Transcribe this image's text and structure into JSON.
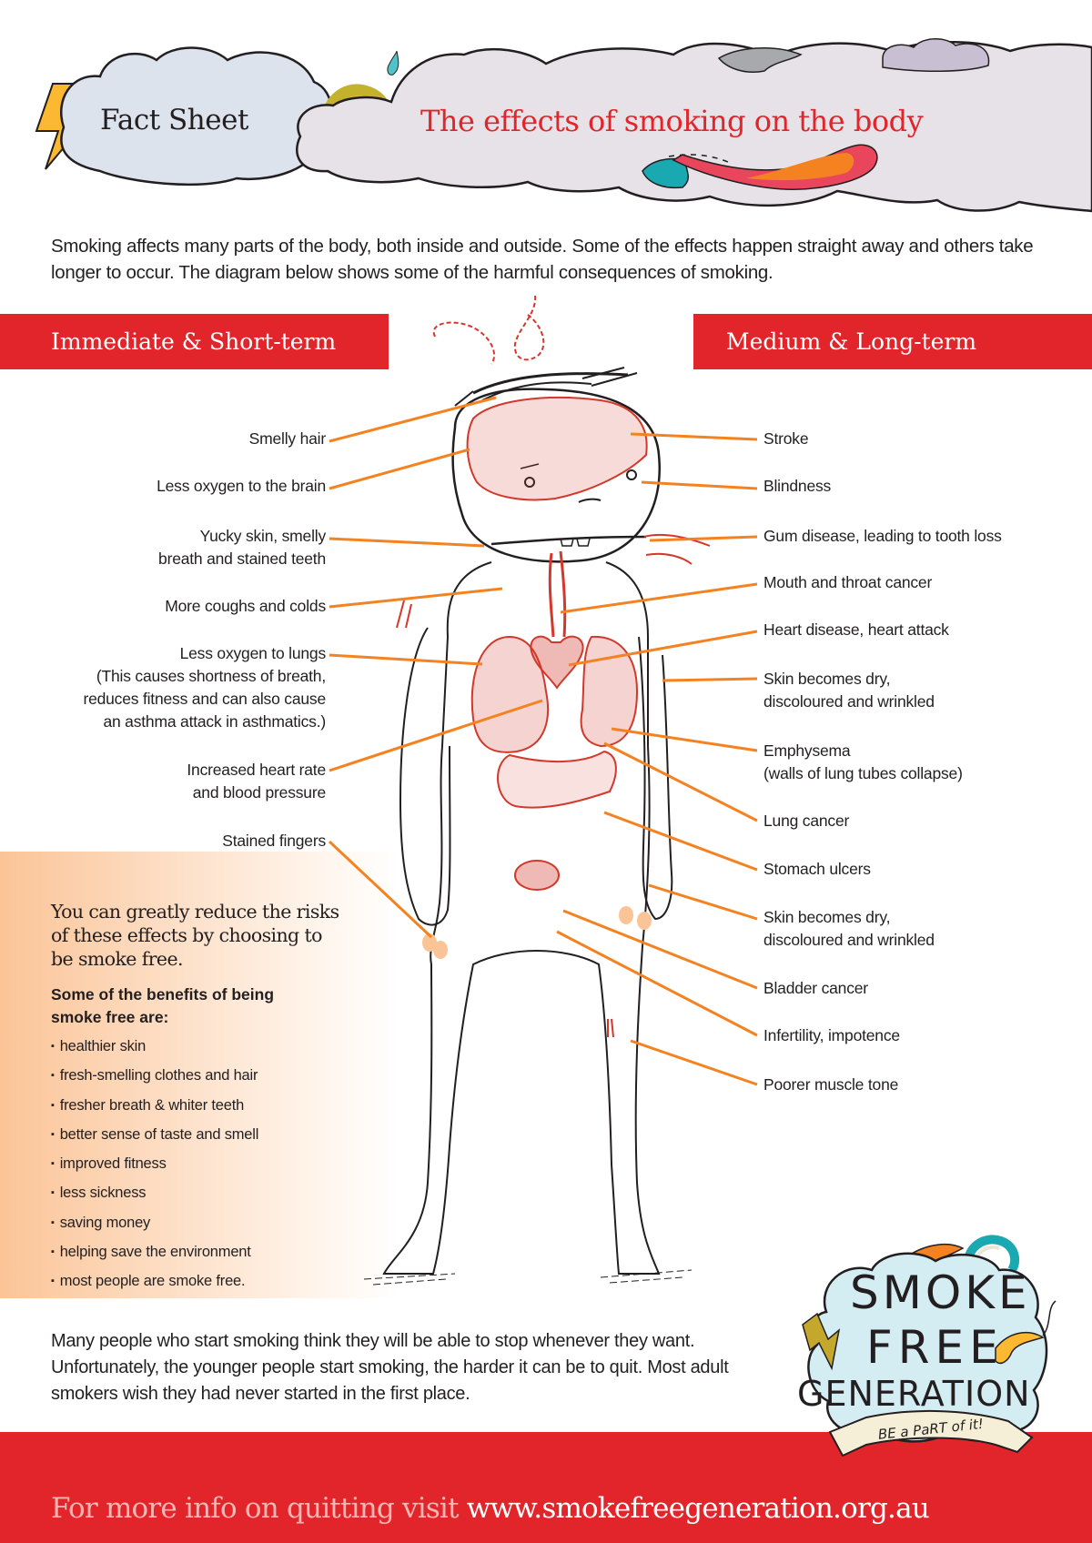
{
  "header": {
    "badge": "Fact Sheet",
    "title": "The effects of smoking on the body"
  },
  "intro": "Smoking affects many parts of the body, both inside and outside. Some of the effects happen straight away and others take longer to occur. The diagram below shows some of the harmful consequences of smoking.",
  "sections": {
    "left": "Immediate & Short-term",
    "right": "Medium & Long-term"
  },
  "colors": {
    "brand_red": "#e1252a",
    "leader_orange": "#f58220",
    "panel_peach": "#fbc497",
    "text_dark": "#231f20"
  },
  "short_term_effects": [
    {
      "line1": "Smelly hair",
      "line2": ""
    },
    {
      "line1": "Less oxygen to the brain",
      "line2": ""
    },
    {
      "line1": "Yucky skin, smelly",
      "line2": "breath and stained teeth"
    },
    {
      "line1": "More coughs and colds",
      "line2": ""
    },
    {
      "line1": "Less oxygen to lungs",
      "line2": "(This causes shortness of breath,",
      "line3": "reduces fitness and can also cause",
      "line4": "an asthma attack in asthmatics.)"
    },
    {
      "line1": "Increased heart rate",
      "line2": "and blood pressure"
    },
    {
      "line1": "Stained fingers",
      "line2": ""
    }
  ],
  "long_term_effects": [
    {
      "line1": "Stroke",
      "line2": ""
    },
    {
      "line1": "Blindness",
      "line2": ""
    },
    {
      "line1": "Gum disease, leading to tooth loss",
      "line2": ""
    },
    {
      "line1": "Mouth and throat cancer",
      "line2": ""
    },
    {
      "line1": "Heart disease, heart attack",
      "line2": ""
    },
    {
      "line1": "Skin becomes dry,",
      "line2": "discoloured and wrinkled"
    },
    {
      "line1": "Emphysema",
      "line2": "(walls of lung tubes collapse)"
    },
    {
      "line1": "Lung cancer",
      "line2": ""
    },
    {
      "line1": "Stomach ulcers",
      "line2": ""
    },
    {
      "line1": "Skin becomes dry,",
      "line2": "discoloured and wrinkled"
    },
    {
      "line1": "Bladder cancer",
      "line2": ""
    },
    {
      "line1": "Infertility, impotence",
      "line2": ""
    },
    {
      "line1": "Poorer muscle tone",
      "line2": ""
    }
  ],
  "benefits": {
    "heading": "You can greatly reduce the risks of these effects by choosing to be smoke free.",
    "subheading": "Some of the benefits of being smoke free are:",
    "items": [
      "healthier skin",
      "fresh-smelling clothes and hair",
      "fresher breath & whiter teeth",
      "better sense of taste and smell",
      "improved fitness",
      "less sickness",
      "saving money",
      "helping save the environment",
      "most people are smoke free."
    ]
  },
  "closing": "Many people who start smoking think they will be able to stop whenever they want. Unfortunately, the younger people start smoking, the harder it can be to quit. Most adult smokers wish they had never started in the first place.",
  "logo": {
    "line1": "SMOKE",
    "line2": "FREE",
    "line3": "GENERATION",
    "tagline": "BE a PaRT of it!"
  },
  "footer": {
    "prefix": "For more info on quitting visit ",
    "url": "www.smokefreegeneration.org.au"
  }
}
